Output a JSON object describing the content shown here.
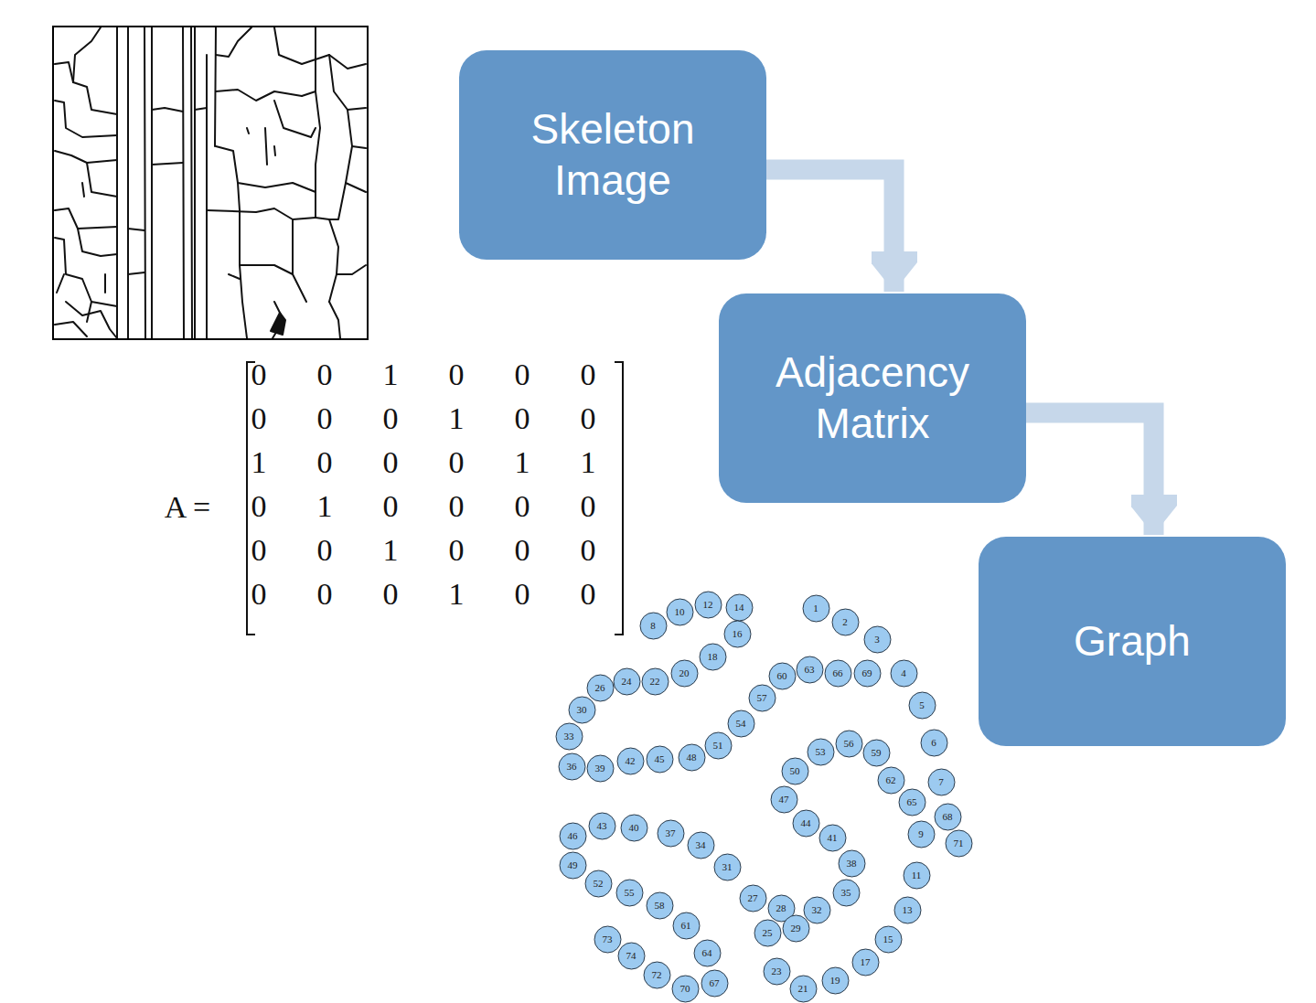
{
  "diagram": {
    "nodes": [
      {
        "text": [
          "Skeleton Image"
        ]
      },
      {
        "text": [
          "Adjacency Matrix"
        ]
      },
      {
        "text": [
          "Graph"
        ]
      },
      {
        "text": [
          "1"
        ]
      },
      {
        "text": [
          "2"
        ]
      },
      {
        "text": [
          "3"
        ]
      },
      {
        "text": [
          "4"
        ]
      },
      {
        "text": [
          "5"
        ]
      },
      {
        "text": [
          "6"
        ]
      },
      {
        "text": [
          "7"
        ]
      },
      {
        "text": [
          "8"
        ]
      },
      {
        "text": [
          "9"
        ]
      },
      {
        "text": [
          "10"
        ]
      },
      {
        "text": [
          "11"
        ]
      },
      {
        "text": [
          "12"
        ]
      },
      {
        "text": [
          "13"
        ]
      },
      {
        "text": [
          "14"
        ]
      },
      {
        "text": [
          "15"
        ]
      },
      {
        "text": [
          "16"
        ]
      },
      {
        "text": [
          "17"
        ]
      },
      {
        "text": [
          "18"
        ]
      },
      {
        "text": [
          "19"
        ]
      },
      {
        "text": [
          "20"
        ]
      },
      {
        "text": [
          "21"
        ]
      },
      {
        "text": [
          "22"
        ]
      },
      {
        "text": [
          "23"
        ]
      },
      {
        "text": [
          "24"
        ]
      },
      {
        "text": [
          "25"
        ]
      },
      {
        "text": [
          "26"
        ]
      },
      {
        "text": [
          "27"
        ]
      },
      {
        "text": [
          "28"
        ]
      },
      {
        "text": [
          "29"
        ]
      },
      {
        "text": [
          "30"
        ]
      },
      {
        "text": [
          "31"
        ]
      },
      {
        "text": [
          "32"
        ]
      },
      {
        "text": [
          "33"
        ]
      },
      {
        "text": [
          "34"
        ]
      },
      {
        "text": [
          "35"
        ]
      },
      {
        "text": [
          "36"
        ]
      },
      {
        "text": [
          "37"
        ]
      },
      {
        "text": [
          "38"
        ]
      },
      {
        "text": [
          "39"
        ]
      },
      {
        "text": [
          "40"
        ]
      },
      {
        "text": [
          "41"
        ]
      },
      {
        "text": [
          "42"
        ]
      },
      {
        "text": [
          "43"
        ]
      },
      {
        "text": [
          "44"
        ]
      },
      {
        "text": [
          "45"
        ]
      },
      {
        "text": [
          "46"
        ]
      },
      {
        "text": [
          "47"
        ]
      },
      {
        "text": [
          "48"
        ]
      },
      {
        "text": [
          "49"
        ]
      },
      {
        "text": [
          "50"
        ]
      },
      {
        "text": [
          "51"
        ]
      },
      {
        "text": [
          "52"
        ]
      },
      {
        "text": [
          "53"
        ]
      },
      {
        "text": [
          "54"
        ]
      },
      {
        "text": [
          "55"
        ]
      },
      {
        "text": [
          "56"
        ]
      },
      {
        "text": [
          "57"
        ]
      },
      {
        "text": [
          "58"
        ]
      },
      {
        "text": [
          "59"
        ]
      },
      {
        "text": [
          "60"
        ]
      },
      {
        "text": [
          "61"
        ]
      },
      {
        "text": [
          "62"
        ]
      },
      {
        "text": [
          "63"
        ]
      },
      {
        "text": [
          "64"
        ]
      },
      {
        "text": [
          "65"
        ]
      },
      {
        "text": [
          "66"
        ]
      },
      {
        "text": [
          "67"
        ]
      },
      {
        "text": [
          "68"
        ]
      },
      {
        "text": [
          "69"
        ]
      },
      {
        "text": [
          "70"
        ]
      },
      {
        "text": [
          "71"
        ]
      },
      {
        "text": [
          "72"
        ]
      },
      {
        "text": [
          "73"
        ]
      },
      {
        "text": [
          "74"
        ]
      }
    ],
    "edges": [
      {
        "from": 0,
        "to": 1,
        "arrow": "to"
      },
      {
        "from": 1,
        "to": 2,
        "arrow": "to"
      }
    ],
    "labels": [
      "A =",
      "0",
      "0",
      "1",
      "0",
      "0",
      "0",
      "0",
      "0",
      "0",
      "1",
      "0",
      "0",
      "1",
      "0",
      "0",
      "0",
      "1",
      "1",
      "0",
      "1",
      "0",
      "0",
      "0",
      "0",
      "0",
      "0",
      "1",
      "0",
      "0",
      "0",
      "0",
      "0",
      "0",
      "1",
      "0",
      "0"
    ]
  }
}
